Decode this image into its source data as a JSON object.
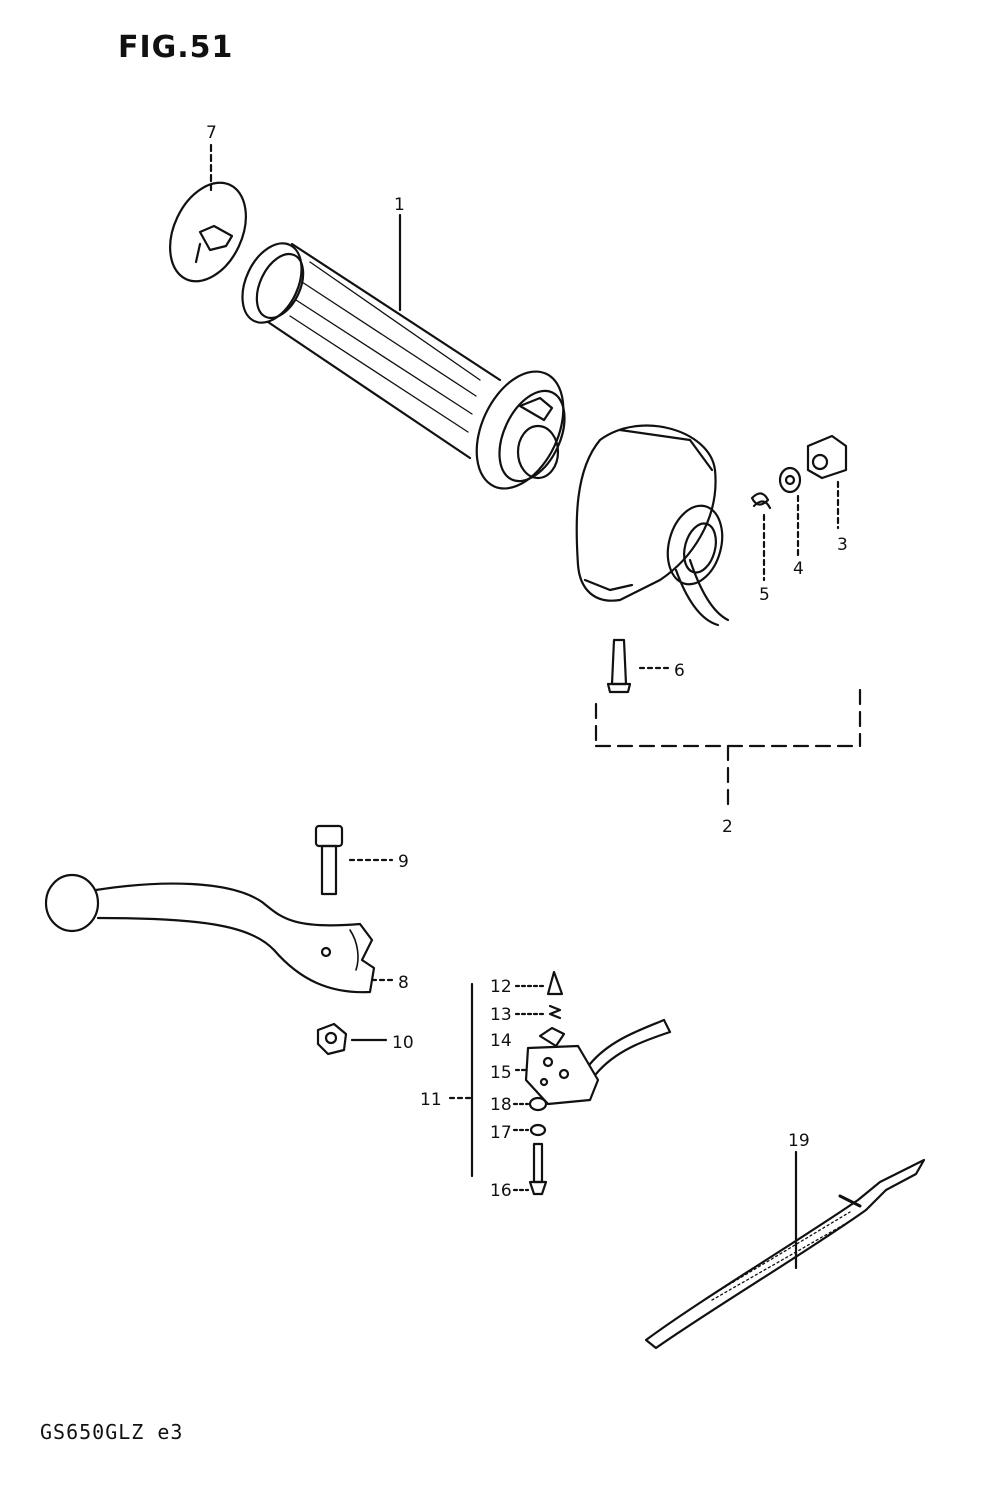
{
  "figure": {
    "title": "FIG.51",
    "model_code": "GS650GLZ e3"
  },
  "callouts": {
    "c1": "1",
    "c2": "2",
    "c3": "3",
    "c4": "4",
    "c5": "5",
    "c6": "6",
    "c7": "7",
    "c8": "8",
    "c9": "9",
    "c10": "10",
    "c11": "11",
    "c12": "12",
    "c13": "13",
    "c14": "14",
    "c15": "15",
    "c16": "16",
    "c17": "17",
    "c18": "18",
    "c19": "19"
  }
}
